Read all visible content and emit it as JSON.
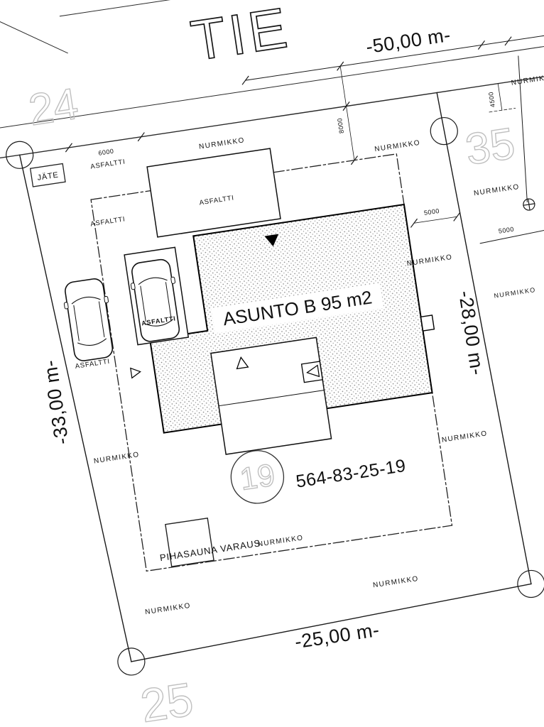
{
  "drawing": {
    "road_name": "TIE",
    "dimensions": {
      "top": "-50,00 m-",
      "left": "-33,00 m-",
      "right": "-28,00 m-",
      "bottom": "-25,00 m-"
    },
    "plot_numbers": {
      "current": "19",
      "neighbor_top_left": "24",
      "neighbor_right": "35",
      "neighbor_bottom": "25"
    },
    "property_id": "564-83-25-19",
    "building_label": "ASUNTO B 95 m2",
    "surface_labels": {
      "lawn": "NURMIKKO",
      "asphalt": "ASFALTTI",
      "waste": "JÄTE",
      "sauna_reservation": "PIHASAUNA  VARAUS"
    },
    "measurements": {
      "front_left": "6000",
      "front_setback": "8000",
      "right_setback": "4500",
      "side_gap": "5000",
      "neighbor_gap": "5000"
    }
  }
}
